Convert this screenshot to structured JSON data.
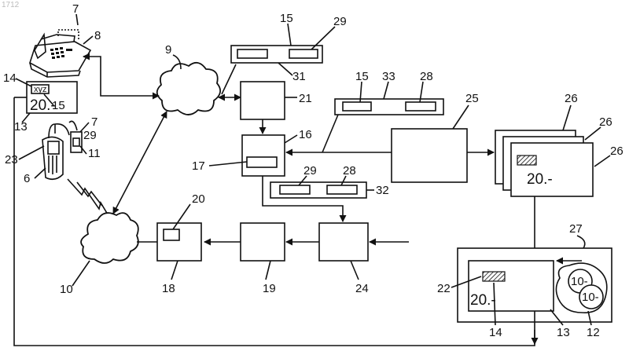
{
  "corner_text": "1712",
  "labels": {
    "l6": "6",
    "l7a": "7",
    "l7b": "7",
    "l8": "8",
    "l9": "9",
    "l10": "10",
    "l11": "11",
    "l12": "12",
    "l13a": "13",
    "l13b": "13",
    "l14a": "14",
    "l14b": "14",
    "l15a": "15",
    "l15b": "15",
    "l15c": "15",
    "l16": "16",
    "l17": "17",
    "l18": "18",
    "l19": "19",
    "l20": "20",
    "l21": "21",
    "l22": "22",
    "l23": "23",
    "l24": "24",
    "l25": "25",
    "l26a": "26",
    "l26b": "26",
    "l26c": "26",
    "l27": "27",
    "l28a": "28",
    "l28b": "28",
    "l29a": "29",
    "l29b": "29",
    "l29c": "29",
    "l31": "31",
    "l32": "32",
    "l33": "33"
  },
  "texts": {
    "display_xyz": "xyz",
    "display_amount": "20.-",
    "card_amount": "20.-",
    "screen_amount": "20.-",
    "coin_a": "10-",
    "coin_b": "10-"
  }
}
